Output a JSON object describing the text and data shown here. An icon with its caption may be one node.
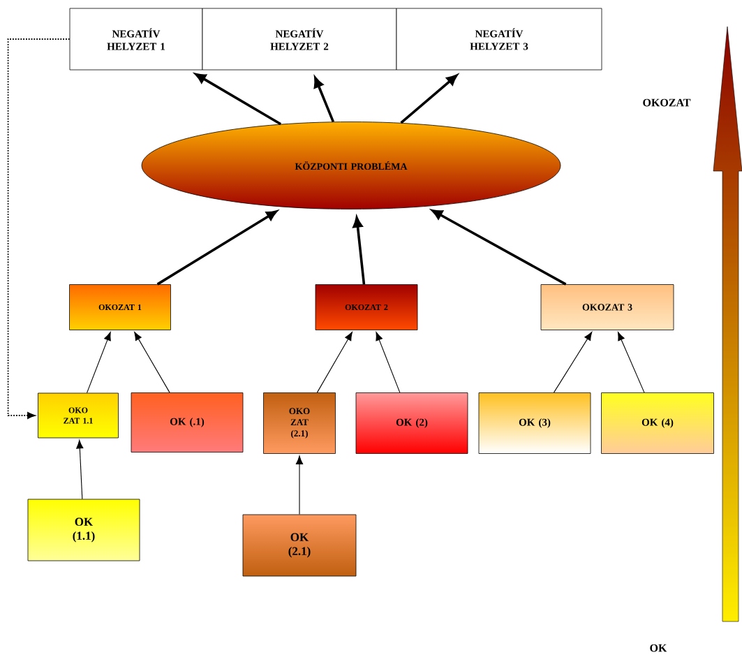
{
  "diagram": {
    "nodes": [
      {
        "text": [
          "NEGATÍV HELYZET 1"
        ]
      },
      {
        "text": [
          "NEGATÍV HELYZET 2"
        ]
      },
      {
        "text": [
          "NEGATÍV HELYZET 3"
        ]
      },
      {
        "text": [
          "KÖZPONTI PROBLÉMA"
        ]
      },
      {
        "text": [
          "OKOZAT 1"
        ]
      },
      {
        "text": [
          "OKOZAT 2"
        ]
      },
      {
        "text": [
          "OKOZAT 3"
        ]
      },
      {
        "text": [
          "OKO ZAT 1.1"
        ]
      },
      {
        "text": [
          "OK (.1)"
        ]
      },
      {
        "text": [
          "OKO ZAT (2.1)"
        ]
      },
      {
        "text": [
          "OK (2)"
        ]
      },
      {
        "text": [
          "OK (3)"
        ]
      },
      {
        "text": [
          "OK (4)"
        ]
      },
      {
        "text": [
          "OK (1.1)"
        ]
      },
      {
        "text": [
          "OK (2.1)"
        ]
      }
    ],
    "edges": [
      {
        "from": 3,
        "to": 0,
        "arrow": "to",
        "style": "thick"
      },
      {
        "from": 3,
        "to": 1,
        "arrow": "to",
        "style": "thick"
      },
      {
        "from": 3,
        "to": 2,
        "arrow": "to",
        "style": "thick"
      },
      {
        "from": 4,
        "to": 3,
        "arrow": "to",
        "style": "thick"
      },
      {
        "from": 5,
        "to": 3,
        "arrow": "to",
        "style": "thick"
      },
      {
        "from": 6,
        "to": 3,
        "arrow": "to",
        "style": "thick"
      },
      {
        "from": 7,
        "to": 4,
        "arrow": "to"
      },
      {
        "from": 8,
        "to": 4,
        "arrow": "to"
      },
      {
        "from": 9,
        "to": 5,
        "arrow": "to"
      },
      {
        "from": 10,
        "to": 5,
        "arrow": "to"
      },
      {
        "from": 11,
        "to": 6,
        "arrow": "to"
      },
      {
        "from": 12,
        "to": 6,
        "arrow": "to"
      },
      {
        "from": 13,
        "to": 7,
        "arrow": "to"
      },
      {
        "from": 14,
        "to": 9,
        "arrow": "to"
      },
      {
        "from": 0,
        "to": 7,
        "arrow": "to",
        "style": "dashed"
      }
    ],
    "labels": [
      "OKOZAT",
      "OK"
    ]
  }
}
